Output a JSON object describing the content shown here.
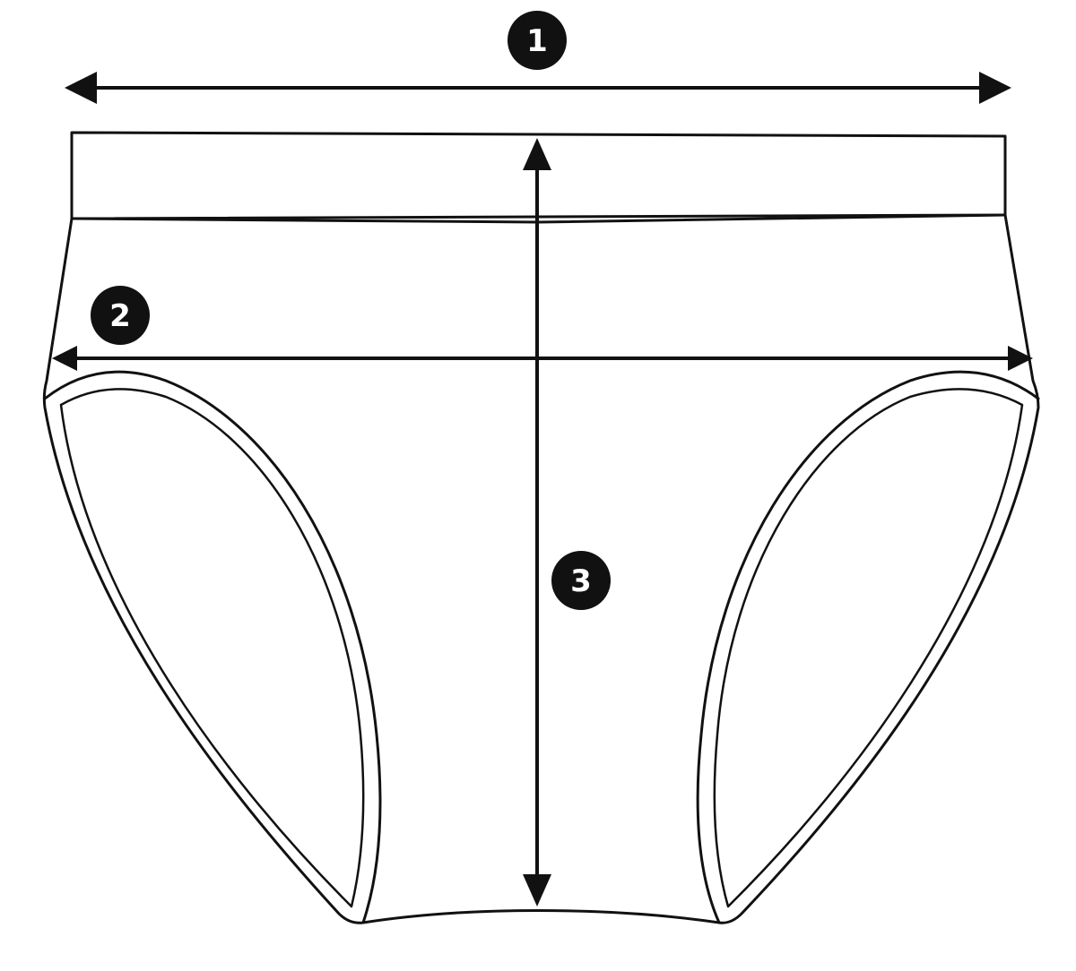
{
  "colors": {
    "ink": "#111111",
    "background": "#ffffff",
    "badge_text": "#ffffff"
  },
  "measurements": [
    {
      "id": "1",
      "label": "1"
    },
    {
      "id": "2",
      "label": "2"
    },
    {
      "id": "3",
      "label": "3"
    }
  ]
}
